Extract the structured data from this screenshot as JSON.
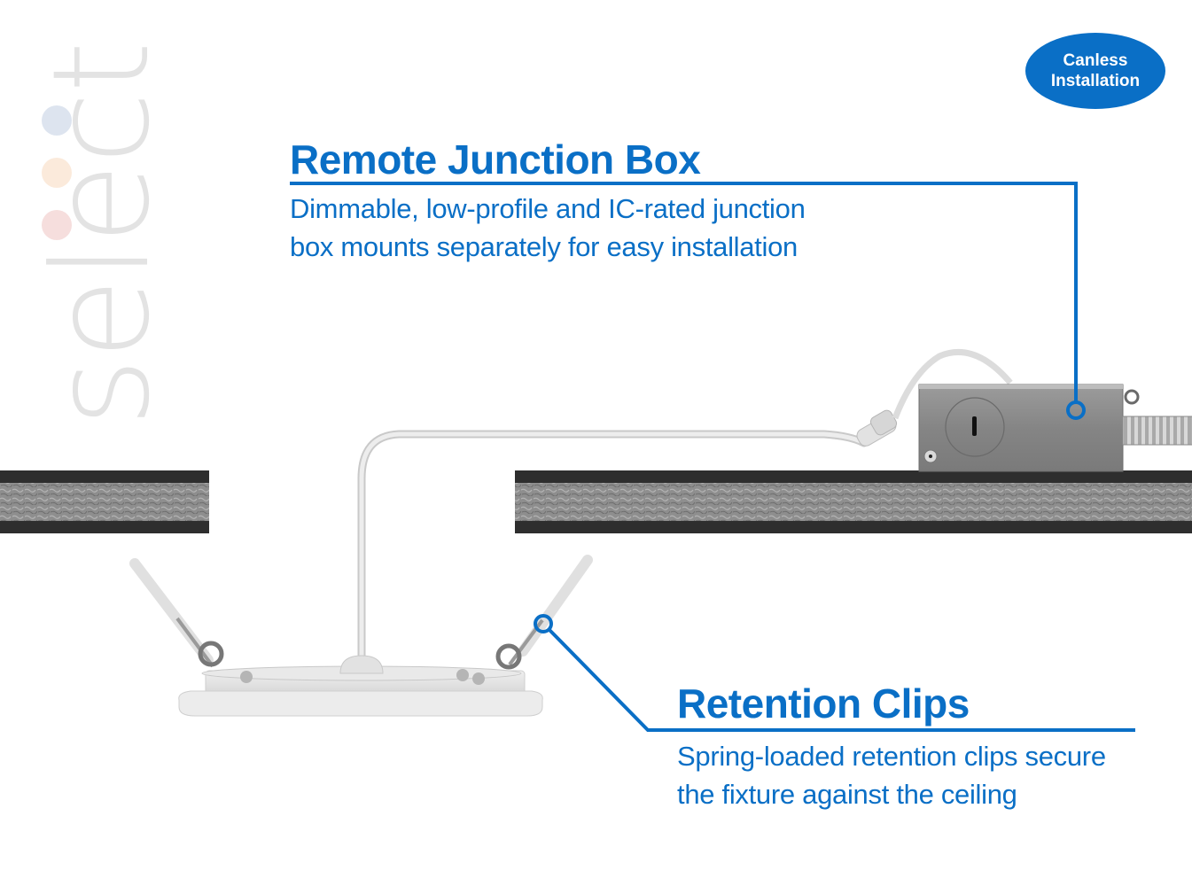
{
  "brand": {
    "wordmark": "select",
    "dot_colors": [
      "#dde4ef",
      "#fbeadb",
      "#f6dedd"
    ]
  },
  "badge": {
    "line1": "Canless",
    "line2": "Installation"
  },
  "callouts": [
    {
      "title": "Remote Junction Box",
      "description": [
        "Dimmable, low-profile and IC-rated junction",
        "box mounts separately for easy installation"
      ]
    },
    {
      "title": "Retention Clips",
      "description": [
        "Spring-loaded retention clips secure",
        "the fixture against the ceiling"
      ]
    }
  ],
  "colors": {
    "accent": "#0a6fc6",
    "ceiling_dark": "#2e2e2e",
    "ceiling_texture": "#8e8e8e",
    "junction_box": "#8a8a8a",
    "fixture": "#e6e6e6",
    "wire": "#dcdcdc",
    "wordmark": "#e3e3e3"
  }
}
